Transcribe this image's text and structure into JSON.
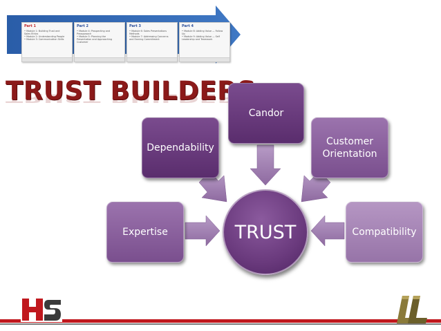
{
  "banner": {
    "cards": [
      {
        "part": "Part 1",
        "lines": [
          "• Module 1: Building Trust and",
          "  Sales Ethics",
          "• Module 2: Understanding People",
          "• Module 3: Communication Skills"
        ]
      },
      {
        "part": "Part 2",
        "lines": [
          "• Module 4: Prospecting and",
          "  Preapproach",
          "• Module 5: Planning the",
          "  Presentation and Approaching",
          "  Customer"
        ]
      },
      {
        "part": "Part 3",
        "lines": [
          "• Module 6: Sales Presentations",
          "  Methods",
          "• Module 7: Addressing Concerns",
          "  and Earning Commitment"
        ]
      },
      {
        "part": "Part 4",
        "lines": [
          "• Module 8: Adding Value — Follow",
          "  Up",
          "• Module 9: Adding Value — Self",
          "  Leadership and Teamwork"
        ]
      }
    ]
  },
  "heading": {
    "title": "TRUST BUILDERS"
  },
  "diagram": {
    "center": "TRUST",
    "nodes": {
      "expertise": "Expertise",
      "dependability": "Dependability",
      "candor": "Candor",
      "customer_orientation_line1": "Customer",
      "customer_orientation_line2": "Orientation",
      "compatibility": "Compatibility"
    },
    "colors": {
      "dark": "#5a2d6d",
      "mid": "#7a4f8e",
      "light": "#9774a8",
      "arrow": "#9b7bad"
    }
  },
  "footer": {
    "logo_left": "HS",
    "logo_right": "LL"
  }
}
